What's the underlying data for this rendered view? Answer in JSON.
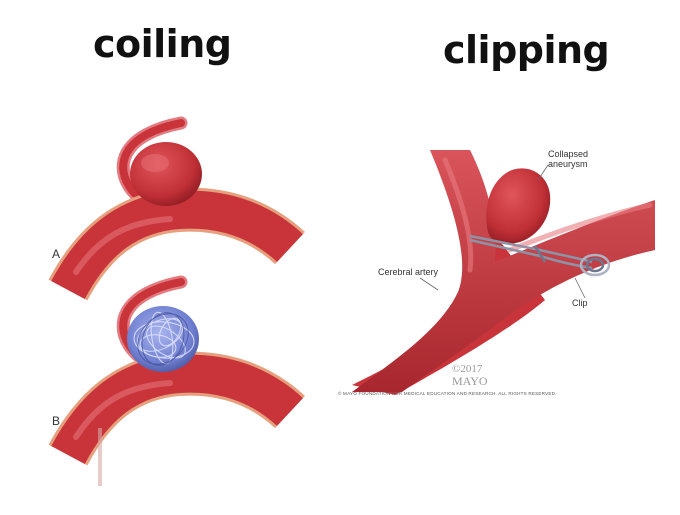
{
  "headings": {
    "coiling": "coiling",
    "clipping": "clipping"
  },
  "coiling_panel": {
    "label_a": "A",
    "label_b": "B"
  },
  "clipping_panel": {
    "label_collapsed_line1": "Collapsed",
    "label_collapsed_line2": "aneurysm",
    "label_artery": "Cerebral artery",
    "label_clip": "Clip",
    "watermark_year": "©2017",
    "watermark_org": "MAYO",
    "copyright": "© MAYO FOUNDATION FOR MEDICAL EDUCATION AND RESEARCH. ALL RIGHTS RESERVED."
  },
  "colors": {
    "artery": "#c8343a",
    "artery_dark": "#9c1f26",
    "artery_light": "#e6737a",
    "coil": "#6f7fd0",
    "clip": "#9fa6b8"
  }
}
